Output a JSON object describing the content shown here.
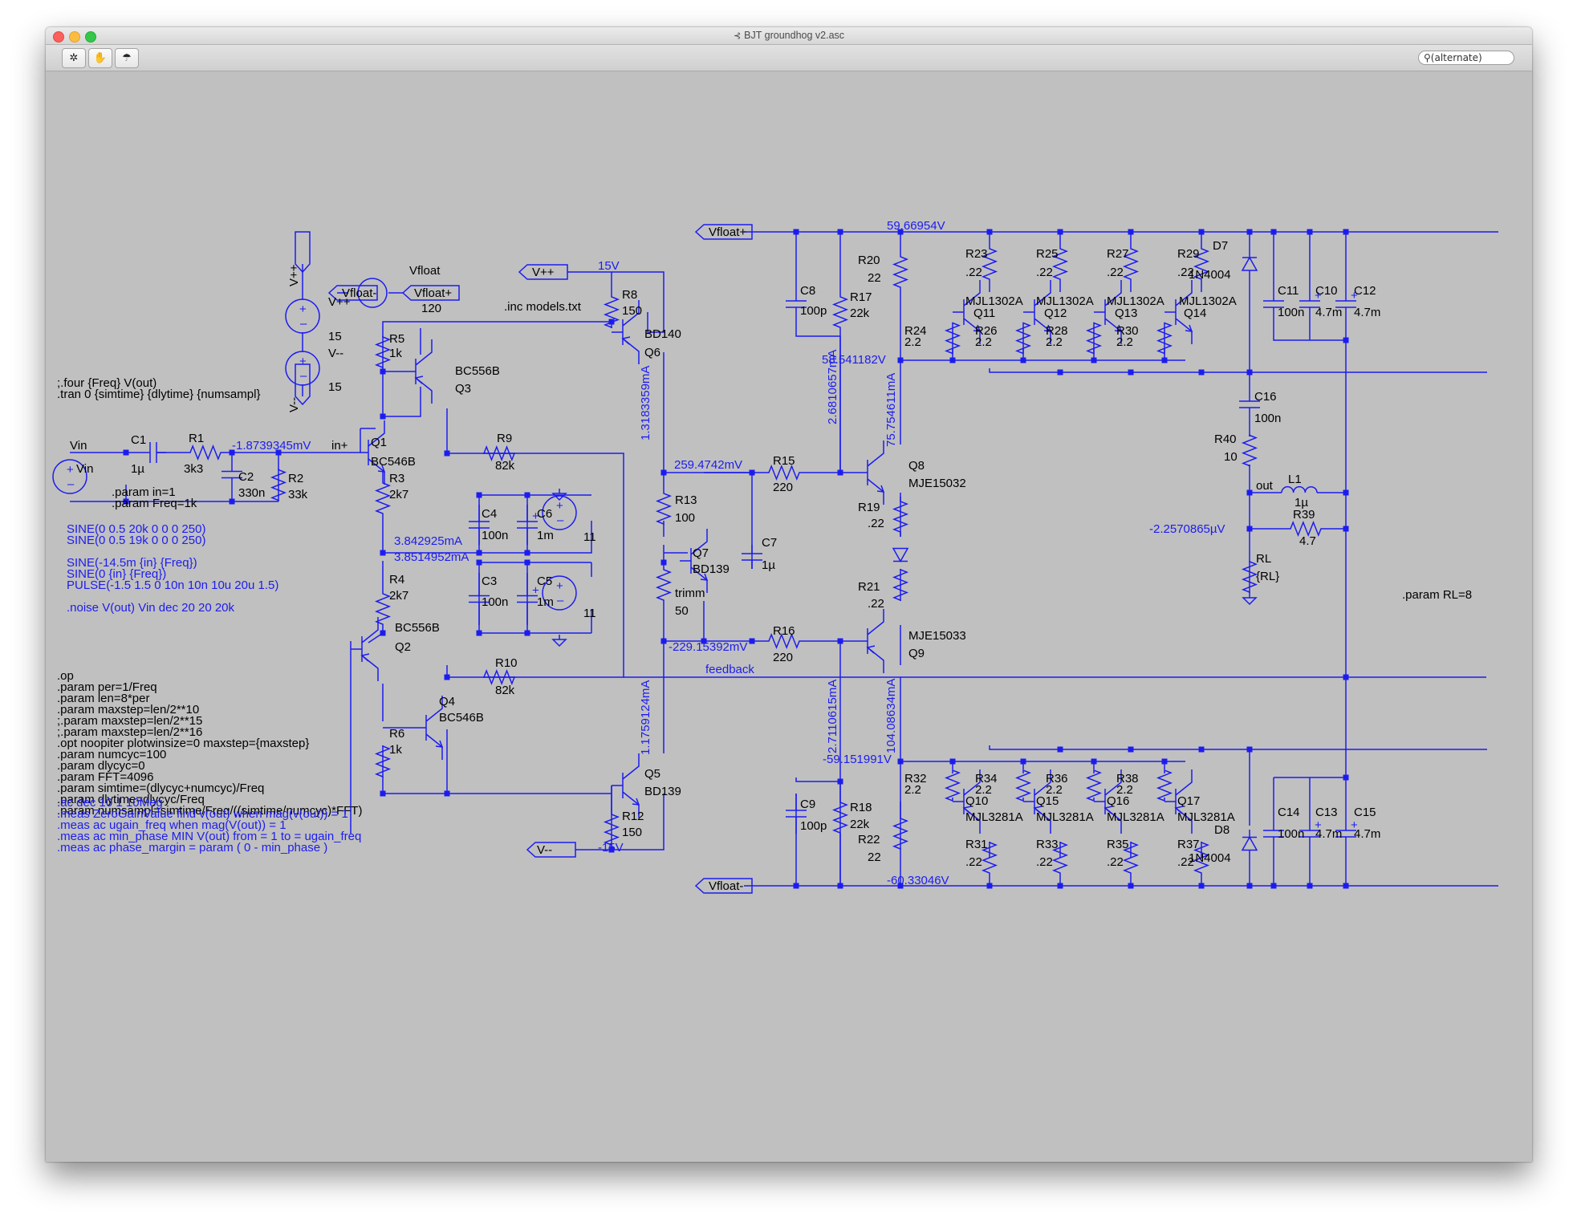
{
  "window": {
    "title": "BJT groundhog v2.asc",
    "search_placeholder": "(alternate)"
  },
  "toolbar": {
    "run_icon": "run-icon",
    "halt_icon": "halt-icon",
    "probe_icon": "probe-icon"
  },
  "colors": {
    "wire": "#1c1cf0",
    "canvas": "#c0c0c0"
  },
  "directives": {
    "four": ";.four {Freq} V(out)",
    "tran": ".tran 0 {simtime} {dlytime} {numsampl}",
    "inc": ".inc models.txt",
    "param_in": ".param in=1",
    "param_freq": ".param Freq=1k",
    "param_rl": ".param RL=8",
    "op_block": [
      ".op",
      ".param per=1/Freq",
      ".param len=8*per",
      ".param maxstep=len/2**10",
      ";.param maxstep=len/2**15",
      ";.param maxstep=len/2**16",
      ".opt noopiter plotwinsize=0 maxstep={maxstep}",
      ".param numcyc=100",
      ".param dlycyc=0",
      ".param FFT=4096",
      ".param simtime=(dlycyc+numcyc)/Freq",
      ".param dlytime=dlycyc/Freq",
      ".param numsampl=simtime/Freq/((simtime/numcyc)*FFT)"
    ],
    "source_block": [
      "SINE(0 0.5 20k 0 0 0 250)",
      "SINE(0 0.5 19k 0 0 0 250)",
      "",
      "SINE(-14.5m {in} {Freq})",
      "SINE(0 {in} {Freq})",
      "PULSE(-1.5 1.5 0 10n 10n 10u 20u 1.5)",
      "",
      ".noise V(out) Vin dec 20 20 20k"
    ],
    "meas_block": [
      ".ac dec 10 1 10Meg",
      ".meas ZeroGainValue find v(out) when mag(v(out)) = 1",
      ".meas ac ugain_freq when mag(V(out)) = 1",
      ".meas ac min_phase MIN V(out) from = 1 to = ugain_freq",
      ".meas ac phase_margin = param ( 0 - min_phase )"
    ]
  },
  "labels": [
    {
      "id": "vfloat",
      "t": "Vfloat",
      "c": "k"
    },
    {
      "id": "vfloat_v",
      "t": "120",
      "c": "k"
    },
    {
      "id": "vfm_flag",
      "t": "Vfloat-",
      "c": "k"
    },
    {
      "id": "vfp_flag",
      "t": "Vfloat+",
      "c": "k"
    },
    {
      "id": "vpp_vflag",
      "t": "V++",
      "c": "k"
    },
    {
      "id": "vmm_vflag",
      "t": "V--",
      "c": "k"
    },
    {
      "id": "vpp",
      "t": "V++",
      "c": "k"
    },
    {
      "id": "vpp_v",
      "t": "15",
      "c": "k"
    },
    {
      "id": "vmm",
      "t": "V--",
      "c": "k"
    },
    {
      "id": "vmm_v",
      "t": "15",
      "c": "k"
    },
    {
      "id": "vin_net",
      "t": "Vin",
      "c": "k"
    },
    {
      "id": "vin",
      "t": "Vin",
      "c": "k"
    },
    {
      "id": "c1",
      "t": "C1",
      "c": "k"
    },
    {
      "id": "c1_v",
      "t": "1µ",
      "c": "k"
    },
    {
      "id": "r1",
      "t": "R1",
      "c": "k"
    },
    {
      "id": "r1_v",
      "t": "3k3",
      "c": "k"
    },
    {
      "id": "c2",
      "t": "C2",
      "c": "k"
    },
    {
      "id": "c2_v",
      "t": "330n",
      "c": "k"
    },
    {
      "id": "r2",
      "t": "R2",
      "c": "k"
    },
    {
      "id": "r2_v",
      "t": "33k",
      "c": "k"
    },
    {
      "id": "v_in",
      "t": "-1.8739345mV",
      "c": "b"
    },
    {
      "id": "inp",
      "t": "in+",
      "c": "k"
    },
    {
      "id": "q1",
      "t": "Q1",
      "c": "k"
    },
    {
      "id": "q1_m",
      "t": "BC546B",
      "c": "k"
    },
    {
      "id": "r5",
      "t": "R5",
      "c": "k"
    },
    {
      "id": "r5_v",
      "t": "1k",
      "c": "k"
    },
    {
      "id": "q3_m",
      "t": "BC556B",
      "c": "k"
    },
    {
      "id": "q3",
      "t": "Q3",
      "c": "k"
    },
    {
      "id": "r3",
      "t": "R3",
      "c": "k"
    },
    {
      "id": "r3_v",
      "t": "2k7",
      "c": "k"
    },
    {
      "id": "i1",
      "t": "3.842925mA",
      "c": "b"
    },
    {
      "id": "i2",
      "t": "3.8514952mA",
      "c": "b"
    },
    {
      "id": "r4",
      "t": "R4",
      "c": "k"
    },
    {
      "id": "r4_v",
      "t": "2k7",
      "c": "k"
    },
    {
      "id": "q2_m",
      "t": "BC556B",
      "c": "k"
    },
    {
      "id": "q2",
      "t": "Q2",
      "c": "k"
    },
    {
      "id": "q4",
      "t": "Q4",
      "c": "k"
    },
    {
      "id": "q4_m",
      "t": "BC546B",
      "c": "k"
    },
    {
      "id": "r6",
      "t": "R6",
      "c": "k"
    },
    {
      "id": "r6_v",
      "t": "1k",
      "c": "k"
    },
    {
      "id": "r9",
      "t": "R9",
      "c": "k"
    },
    {
      "id": "r9_v",
      "t": "82k",
      "c": "k"
    },
    {
      "id": "r10",
      "t": "R10",
      "c": "k"
    },
    {
      "id": "r10_v",
      "t": "82k",
      "c": "k"
    },
    {
      "id": "c4",
      "t": "C4",
      "c": "k"
    },
    {
      "id": "c4_v",
      "t": "100n",
      "c": "k"
    },
    {
      "id": "c6",
      "t": "C6",
      "c": "k"
    },
    {
      "id": "c6_v",
      "t": "1m",
      "c": "k"
    },
    {
      "id": "v11a",
      "t": "11",
      "c": "k"
    },
    {
      "id": "c3",
      "t": "C3",
      "c": "k"
    },
    {
      "id": "c3_v",
      "t": "100n",
      "c": "k"
    },
    {
      "id": "c5",
      "t": "C5",
      "c": "k"
    },
    {
      "id": "c5_v",
      "t": "1m",
      "c": "k"
    },
    {
      "id": "v11b",
      "t": "11",
      "c": "k"
    },
    {
      "id": "vpp_flag2",
      "t": "V++",
      "c": "k"
    },
    {
      "id": "v15",
      "t": "15V",
      "c": "b"
    },
    {
      "id": "r8",
      "t": "R8",
      "c": "k"
    },
    {
      "id": "r8_v",
      "t": "150",
      "c": "k"
    },
    {
      "id": "q6_m",
      "t": "BD140",
      "c": "k"
    },
    {
      "id": "q6",
      "t": "Q6",
      "c": "k"
    },
    {
      "id": "i_q6",
      "t": "1.3183359mA",
      "c": "b"
    },
    {
      "id": "v_259",
      "t": "259.4742mV",
      "c": "b"
    },
    {
      "id": "r13",
      "t": "R13",
      "c": "k"
    },
    {
      "id": "r13_v",
      "t": "100",
      "c": "k"
    },
    {
      "id": "q7",
      "t": "Q7",
      "c": "k"
    },
    {
      "id": "q7_m",
      "t": "BD139",
      "c": "k"
    },
    {
      "id": "c7",
      "t": "C7",
      "c": "k"
    },
    {
      "id": "c7_v",
      "t": "1µ",
      "c": "k"
    },
    {
      "id": "trimm",
      "t": "trimm",
      "c": "k"
    },
    {
      "id": "trimm_v",
      "t": "50",
      "c": "k"
    },
    {
      "id": "v_229",
      "t": "-229.15392mV",
      "c": "b"
    },
    {
      "id": "i_q5",
      "t": "1.1759124mA",
      "c": "b"
    },
    {
      "id": "q5",
      "t": "Q5",
      "c": "k"
    },
    {
      "id": "q5_m",
      "t": "BD139",
      "c": "k"
    },
    {
      "id": "r12",
      "t": "R12",
      "c": "k"
    },
    {
      "id": "r12_v",
      "t": "150",
      "c": "k"
    },
    {
      "id": "vmm_flag2",
      "t": "V--",
      "c": "k"
    },
    {
      "id": "vm15",
      "t": "-15V",
      "c": "b"
    },
    {
      "id": "r15",
      "t": "R15",
      "c": "k"
    },
    {
      "id": "r15_v",
      "t": "220",
      "c": "k"
    },
    {
      "id": "r16",
      "t": "R16",
      "c": "k"
    },
    {
      "id": "r16_v",
      "t": "220",
      "c": "k"
    },
    {
      "id": "feedback",
      "t": "feedback",
      "c": "b"
    },
    {
      "id": "vfp_flag2",
      "t": "Vfloat+",
      "c": "k"
    },
    {
      "id": "v_5966",
      "t": "59.66954V",
      "c": "b"
    },
    {
      "id": "c8",
      "t": "C8",
      "c": "k"
    },
    {
      "id": "c8_v",
      "t": "100p",
      "c": "k"
    },
    {
      "id": "r17",
      "t": "R17",
      "c": "k"
    },
    {
      "id": "r17_v",
      "t": "22k",
      "c": "k"
    },
    {
      "id": "i_r17",
      "t": "2.6810657mA",
      "c": "b"
    },
    {
      "id": "r20",
      "t": "R20",
      "c": "k"
    },
    {
      "id": "r20_v",
      "t": "22",
      "c": "k"
    },
    {
      "id": "v_5854",
      "t": "58.541182V",
      "c": "b"
    },
    {
      "id": "i_q8",
      "t": "75.754611mA",
      "c": "b"
    },
    {
      "id": "q8",
      "t": "Q8",
      "c": "k"
    },
    {
      "id": "q8_m",
      "t": "MJE15032",
      "c": "k"
    },
    {
      "id": "r19",
      "t": "R19",
      "c": "k"
    },
    {
      "id": "r19_v",
      "t": ".22",
      "c": "k"
    },
    {
      "id": "r21",
      "t": "R21",
      "c": "k"
    },
    {
      "id": "r21_v",
      "t": ".22",
      "c": "k"
    },
    {
      "id": "q9_m",
      "t": "MJE15033",
      "c": "k"
    },
    {
      "id": "q9",
      "t": "Q9",
      "c": "k"
    },
    {
      "id": "i_r18",
      "t": "2.7110615mA",
      "c": "b"
    },
    {
      "id": "i_q9",
      "t": "104.08634mA",
      "c": "b"
    },
    {
      "id": "v_5915",
      "t": "-59.151991V",
      "c": "b"
    },
    {
      "id": "c9",
      "t": "C9",
      "c": "k"
    },
    {
      "id": "c9_v",
      "t": "100p",
      "c": "k"
    },
    {
      "id": "r18",
      "t": "R18",
      "c": "k"
    },
    {
      "id": "r18_v",
      "t": "22k",
      "c": "k"
    },
    {
      "id": "r22",
      "t": "R22",
      "c": "k"
    },
    {
      "id": "r22_v",
      "t": "22",
      "c": "k"
    },
    {
      "id": "vfm_flag2",
      "t": "Vfloat-",
      "c": "k"
    },
    {
      "id": "v_6033",
      "t": "-60.33046V",
      "c": "b"
    },
    {
      "id": "r23",
      "t": "R23",
      "c": "k"
    },
    {
      "id": "r23_v",
      "t": ".22",
      "c": "k"
    },
    {
      "id": "r25",
      "t": "R25",
      "c": "k"
    },
    {
      "id": "r25_v",
      "t": ".22",
      "c": "k"
    },
    {
      "id": "r27",
      "t": "R27",
      "c": "k"
    },
    {
      "id": "r27_v",
      "t": ".22",
      "c": "k"
    },
    {
      "id": "r29",
      "t": "R29",
      "c": "k"
    },
    {
      "id": "r29_v",
      "t": ".22",
      "c": "k"
    },
    {
      "id": "q11_m",
      "t": "MJL1302A",
      "c": "k"
    },
    {
      "id": "q11",
      "t": "Q11",
      "c": "k"
    },
    {
      "id": "q12_m",
      "t": "MJL1302A",
      "c": "k"
    },
    {
      "id": "q12",
      "t": "Q12",
      "c": "k"
    },
    {
      "id": "q13_m",
      "t": "MJL1302A",
      "c": "k"
    },
    {
      "id": "q13",
      "t": "Q13",
      "c": "k"
    },
    {
      "id": "q14_m",
      "t": "MJL1302A",
      "c": "k"
    },
    {
      "id": "q14",
      "t": "Q14",
      "c": "k"
    },
    {
      "id": "r24",
      "t": "R24",
      "c": "k"
    },
    {
      "id": "r24_v",
      "t": "2.2",
      "c": "k"
    },
    {
      "id": "r26",
      "t": "R26",
      "c": "k"
    },
    {
      "id": "r26_v",
      "t": "2.2",
      "c": "k"
    },
    {
      "id": "r28",
      "t": "R28",
      "c": "k"
    },
    {
      "id": "r28_v",
      "t": "2.2",
      "c": "k"
    },
    {
      "id": "r30",
      "t": "R30",
      "c": "k"
    },
    {
      "id": "r30_v",
      "t": "2.2",
      "c": "k"
    },
    {
      "id": "d7",
      "t": "D7",
      "c": "k"
    },
    {
      "id": "d7_m",
      "t": "1N4004",
      "c": "k"
    },
    {
      "id": "c11",
      "t": "C11",
      "c": "k"
    },
    {
      "id": "c11_v",
      "t": "100n",
      "c": "k"
    },
    {
      "id": "c10",
      "t": "C10",
      "c": "k"
    },
    {
      "id": "c10_v",
      "t": "4.7m",
      "c": "k"
    },
    {
      "id": "c12",
      "t": "C12",
      "c": "k"
    },
    {
      "id": "c12_v",
      "t": "4.7m",
      "c": "k"
    },
    {
      "id": "c16",
      "t": "C16",
      "c": "k"
    },
    {
      "id": "c16_v",
      "t": "100n",
      "c": "k"
    },
    {
      "id": "r40",
      "t": "R40",
      "c": "k"
    },
    {
      "id": "r40_v",
      "t": "10",
      "c": "k"
    },
    {
      "id": "out",
      "t": "out",
      "c": "k"
    },
    {
      "id": "l1",
      "t": "L1",
      "c": "k"
    },
    {
      "id": "l1_v",
      "t": "1µ",
      "c": "k"
    },
    {
      "id": "r39",
      "t": "R39",
      "c": "k"
    },
    {
      "id": "r39_v",
      "t": "4.7",
      "c": "k"
    },
    {
      "id": "v_out",
      "t": "-2.2570865µV",
      "c": "b"
    },
    {
      "id": "rl",
      "t": "RL",
      "c": "k"
    },
    {
      "id": "rl_v",
      "t": "{RL}",
      "c": "k"
    },
    {
      "id": "r32",
      "t": "R32",
      "c": "k"
    },
    {
      "id": "r32_v",
      "t": "2.2",
      "c": "k"
    },
    {
      "id": "r34",
      "t": "R34",
      "c": "k"
    },
    {
      "id": "r34_v",
      "t": "2.2",
      "c": "k"
    },
    {
      "id": "r36",
      "t": "R36",
      "c": "k"
    },
    {
      "id": "r36_v",
      "t": "2.2",
      "c": "k"
    },
    {
      "id": "r38",
      "t": "R38",
      "c": "k"
    },
    {
      "id": "r38_v",
      "t": "2.2",
      "c": "k"
    },
    {
      "id": "q10",
      "t": "Q10",
      "c": "k"
    },
    {
      "id": "q10_m",
      "t": "MJL3281A",
      "c": "k"
    },
    {
      "id": "q15",
      "t": "Q15",
      "c": "k"
    },
    {
      "id": "q15_m",
      "t": "MJL3281A",
      "c": "k"
    },
    {
      "id": "q16",
      "t": "Q16",
      "c": "k"
    },
    {
      "id": "q16_m",
      "t": "MJL3281A",
      "c": "k"
    },
    {
      "id": "q17",
      "t": "Q17",
      "c": "k"
    },
    {
      "id": "q17_m",
      "t": "MJL3281A",
      "c": "k"
    },
    {
      "id": "d8",
      "t": "D8",
      "c": "k"
    },
    {
      "id": "d8_m",
      "t": "1N4004",
      "c": "k"
    },
    {
      "id": "r31",
      "t": "R31",
      "c": "k"
    },
    {
      "id": "r31_v",
      "t": ".22",
      "c": "k"
    },
    {
      "id": "r33",
      "t": "R33",
      "c": "k"
    },
    {
      "id": "r33_v",
      "t": ".22",
      "c": "k"
    },
    {
      "id": "r35",
      "t": "R35",
      "c": "k"
    },
    {
      "id": "r35_v",
      "t": ".22",
      "c": "k"
    },
    {
      "id": "r37",
      "t": "R37",
      "c": "k"
    },
    {
      "id": "r37_v",
      "t": ".22",
      "c": "k"
    },
    {
      "id": "c14",
      "t": "C14",
      "c": "k"
    },
    {
      "id": "c14_v",
      "t": "100n",
      "c": "k"
    },
    {
      "id": "c13",
      "t": "C13",
      "c": "k"
    },
    {
      "id": "c13_v",
      "t": "4.7m",
      "c": "k"
    },
    {
      "id": "c15",
      "t": "C15",
      "c": "k"
    },
    {
      "id": "c15_v",
      "t": "4.7m",
      "c": "k"
    }
  ]
}
